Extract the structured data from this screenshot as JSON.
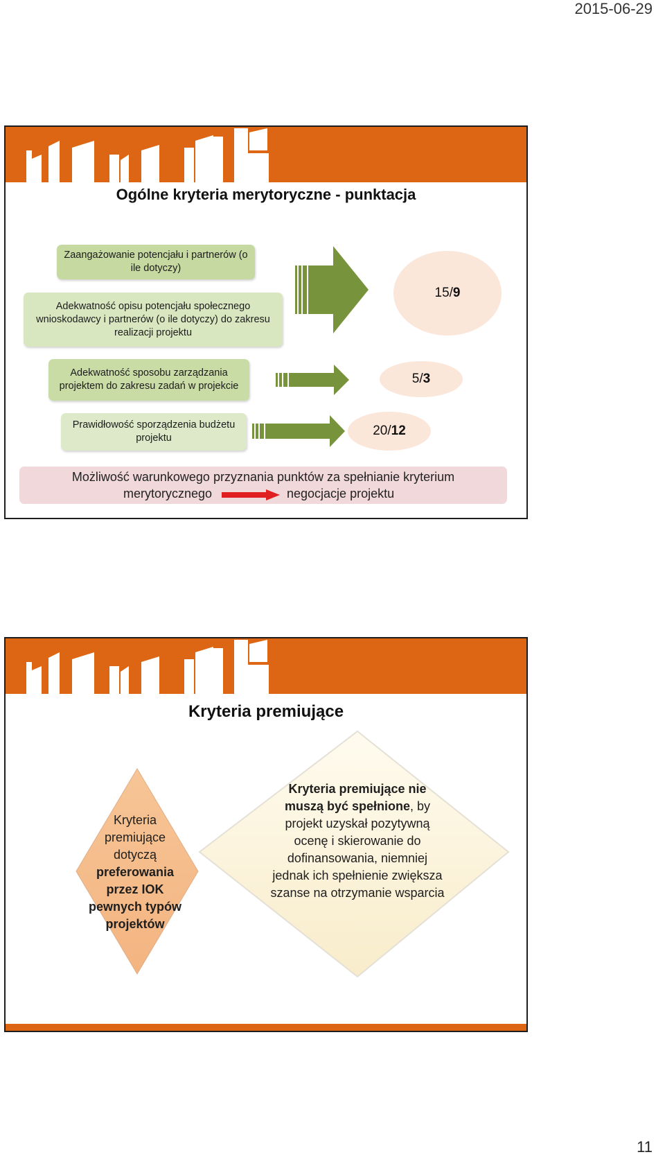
{
  "header": {
    "date": "2015-06-29"
  },
  "footer": {
    "page_number": "11"
  },
  "colors": {
    "banner": "#dc6614",
    "arrow_green": "#77933c",
    "score_fill": "#fbe6da",
    "note_fill": "#f1d8db",
    "red_arrow": "#e02020"
  },
  "slide1": {
    "title": "Ogólne kryteria merytoryczne -  punktacja",
    "criteria": [
      {
        "label": "Zaangażowanie potencjału i partnerów (o ile dotyczy)"
      },
      {
        "label": "Adekwatność opisu potencjału społecznego wnioskodawcy i partnerów (o ile dotyczy) do zakresu realizacji projektu"
      },
      {
        "label": "Adekwatność sposobu zarządzania projektem do zakresu zadań w projekcie"
      },
      {
        "label": "Prawidłowość sporządzenia budżetu projektu"
      }
    ],
    "scores": [
      {
        "max": "15/",
        "min": "9"
      },
      {
        "max": "5/",
        "min": "3"
      },
      {
        "max": "20/",
        "min": "12"
      }
    ],
    "note": {
      "line1": "Możliwość warunkowego przyznania punktów za spełnianie kryterium",
      "left": "merytorycznego",
      "right": "negocjacje projektu"
    }
  },
  "slide2": {
    "title": "Kryteria premiujące",
    "left_diamond": {
      "plain": "Kryteria premiujące dotyczą",
      "bold": "preferowania przez IOK pewnych typów projektów"
    },
    "right_diamond": {
      "bold": "Kryteria premiujące nie muszą być spełnione",
      "plain": ", by projekt uzyskał pozytywną ocenę i skierowanie do dofinansowania, niemniej jednak ich spełnienie zwiększa szanse na otrzymanie wsparcia"
    }
  }
}
